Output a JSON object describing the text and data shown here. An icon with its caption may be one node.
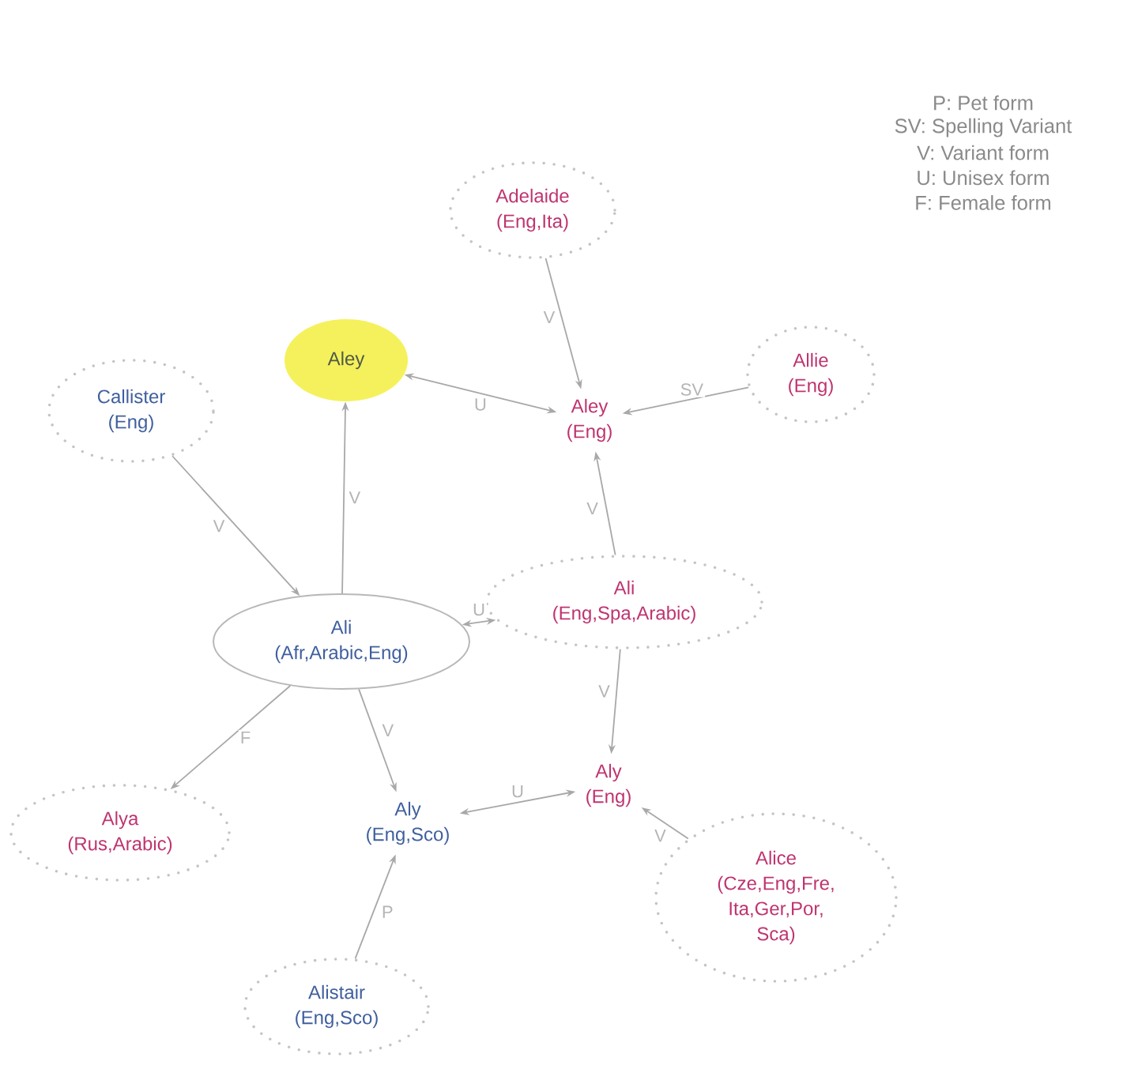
{
  "diagram": {
    "nodes": [
      {
        "text": [
          "Adelaide",
          "(Eng,Ita)"
        ]
      },
      {
        "text": [
          "Aley"
        ]
      },
      {
        "text": [
          "Allie",
          "(Eng)"
        ]
      },
      {
        "text": [
          "Callister",
          "(Eng)"
        ]
      },
      {
        "text": [
          "Aley",
          "(Eng)"
        ]
      },
      {
        "text": [
          "Ali",
          "(Eng,Spa,Arabic)"
        ]
      },
      {
        "text": [
          "Ali",
          "(Afr,Arabic,Eng)"
        ]
      },
      {
        "text": [
          "Aly",
          "(Eng)"
        ]
      },
      {
        "text": [
          "Alya",
          "(Rus,Arabic)"
        ]
      },
      {
        "text": [
          "Aly",
          "(Eng,Sco)"
        ]
      },
      {
        "text": [
          "Alice",
          "(Cze,Eng,Fre, Ita,Ger,Por, Sca)"
        ]
      },
      {
        "text": [
          "Alistair",
          "(Eng,Sco)"
        ]
      }
    ],
    "edges": [
      {
        "from": 0,
        "to": 4,
        "arrow": "to",
        "label": "V"
      },
      {
        "from": 1,
        "to": 4,
        "arrow": "both",
        "label": "U"
      },
      {
        "from": 2,
        "to": 4,
        "arrow": "to",
        "label": "SV"
      },
      {
        "from": 3,
        "to": 6,
        "arrow": "to",
        "label": "V"
      },
      {
        "from": 6,
        "to": 1,
        "arrow": "to",
        "label": "V"
      },
      {
        "from": 5,
        "to": 4,
        "arrow": "to",
        "label": "V"
      },
      {
        "from": 6,
        "to": 5,
        "arrow": "both",
        "label": "U"
      },
      {
        "from": 5,
        "to": 7,
        "arrow": "to",
        "label": "V"
      },
      {
        "from": 6,
        "to": 8,
        "arrow": "to",
        "label": "F"
      },
      {
        "from": 6,
        "to": 9,
        "arrow": "to",
        "label": "V"
      },
      {
        "from": 9,
        "to": 7,
        "arrow": "both",
        "label": "U"
      },
      {
        "from": 10,
        "to": 7,
        "arrow": "to",
        "label": "V"
      },
      {
        "from": 11,
        "to": 9,
        "arrow": "to",
        "label": "P"
      }
    ],
    "labels": [
      "P: Pet form",
      "SV: Spelling Variant",
      "V: Variant form",
      "U: Unisex form",
      "F: Female form"
    ]
  }
}
